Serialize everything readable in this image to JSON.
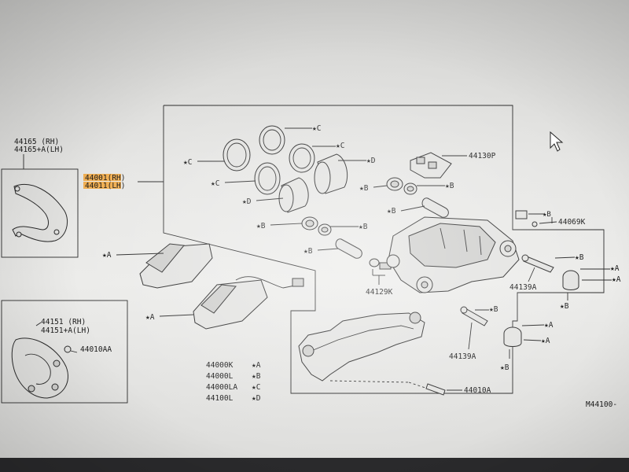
{
  "shield_rh": "44165 (RH)",
  "shield_lh": "44165+A(LH)",
  "caliper_rh": "44001(RH)",
  "caliper_lh": "44011(LH)",
  "plate_rh": "44151 (RH)",
  "plate_lh": "44151+A(LH)",
  "bolt_44010AA": "44010AA",
  "bolt_44010A": "44010A",
  "sensor_44130P": "44130P",
  "clip_44069K": "44069K",
  "pin_44139A_top": "44139A",
  "pin_44139A_bot": "44139A",
  "pin_44129K": "44129K",
  "figure_code": "M44100-",
  "markers": {
    "A": "★A",
    "B": "★B",
    "C": "★C",
    "D": "★D"
  },
  "legend": [
    {
      "code": "44000K",
      "mark": "★A"
    },
    {
      "code": "44000L",
      "mark": "★B"
    },
    {
      "code": "44000LA",
      "mark": "★C"
    },
    {
      "code": "44100L",
      "mark": "★D"
    }
  ]
}
